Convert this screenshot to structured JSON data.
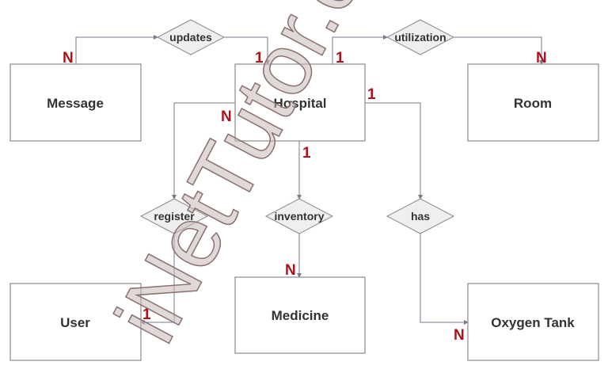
{
  "entities": {
    "message": "Message",
    "hospital": "Hospital",
    "room": "Room",
    "user": "User",
    "medicine": "Medicine",
    "oxygen_tank": "Oxygen Tank"
  },
  "relationships": {
    "updates": "updates",
    "utilization": "utilization",
    "register": "register",
    "inventory": "inventory",
    "has": "has"
  },
  "cardinalities": {
    "updates_message": "N",
    "updates_hospital": "1",
    "utilization_hospital": "1",
    "utilization_room": "N",
    "register_hospital": "N",
    "register_user": "1",
    "inventory_hospital": "1",
    "inventory_medicine": "N",
    "has_hospital": "1",
    "has_oxygen_tank": "N"
  },
  "watermark": "iNetTutor.com",
  "colors": {
    "cardinality": "#b0101a",
    "relationship_fill": "#efefef",
    "line": "#7a7a8a"
  }
}
